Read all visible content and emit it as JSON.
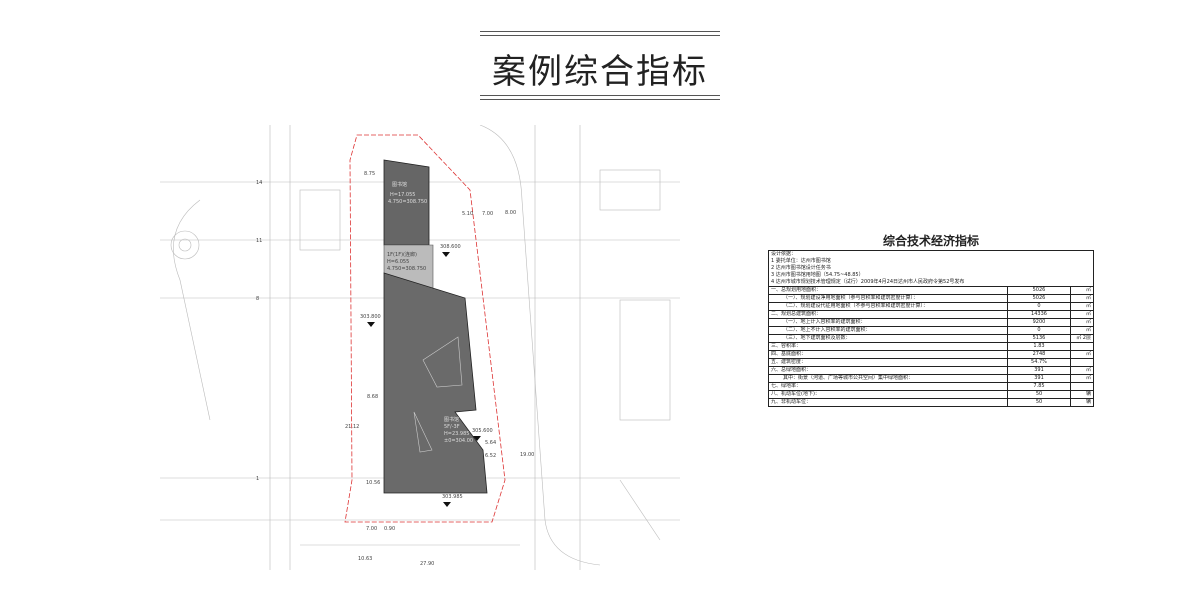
{
  "header": {
    "title": "案例综合指标"
  },
  "plan": {
    "labels": {
      "block_a": "图书馆",
      "block_a_h": "H=17.055",
      "block_a_elev": "4.750=308.750",
      "block_b": "1F(1F)(连廊)",
      "block_b_h": "H=6.055",
      "block_b_elev": "4.750=308.750",
      "block_c": "图书馆",
      "block_c_floors": "5F/-3F",
      "block_c_h": "H=23.985",
      "block_c_elev": "±0=304.00",
      "elev_1": "308.600",
      "elev_2": "303.800",
      "elev_3": "305.600",
      "elev_4": "303.985",
      "dims": [
        "8.75",
        "5.10",
        "7.00",
        "8.00",
        "8.68",
        "21.12",
        "10.56",
        "5.64",
        "6.52",
        "19.00",
        "7.00",
        "0.90",
        "27.90",
        "10.63"
      ],
      "axes": [
        "14",
        "11",
        "8",
        "1"
      ]
    }
  },
  "table": {
    "title": "综合技术经济指标",
    "basis": [
      "设计依据：",
      "1 委托单位：达州市图书馆",
      "2 达州市图书馆设计任务书",
      "3 达州市图书馆用地图（54.75~48.85）",
      "4 达州市城市规划技术管理规定（试行）2009年4月24日达州市人民政府令第52号发布"
    ],
    "rows": [
      {
        "label": "一、总规划用地面积：",
        "value": "5026",
        "unit": "㎡",
        "indent": false
      },
      {
        "label": "（一）、规划建设净用地面积（参与容积率和建筑密度计算）：",
        "value": "5026",
        "unit": "㎡",
        "indent": true
      },
      {
        "label": "（二）、规划建设代征用地面积（不参与容积率和建筑密度计算）：",
        "value": "0",
        "unit": "㎡",
        "indent": true
      },
      {
        "label": "二、规划总建筑面积：",
        "value": "14336",
        "unit": "㎡",
        "indent": false
      },
      {
        "label": "（一）、地上计入容积率的建筑面积：",
        "value": "9200",
        "unit": "㎡",
        "indent": true
      },
      {
        "label": "（二）、地上不计入容积率的建筑面积：",
        "value": "0",
        "unit": "㎡",
        "indent": true
      },
      {
        "label": "（三）、地下建筑面积及层数：",
        "value": "5136",
        "unit": "㎡ 2层",
        "indent": true
      },
      {
        "label": "三、容积率：",
        "value": "1.83",
        "unit": "",
        "indent": false
      },
      {
        "label": "四、基底面积：",
        "value": "2748",
        "unit": "㎡",
        "indent": false
      },
      {
        "label": "五、建筑密度：",
        "value": "54.7%",
        "unit": "",
        "indent": false
      },
      {
        "label": "六、总绿地面积：",
        "value": "391",
        "unit": "㎡",
        "indent": false
      },
      {
        "label": "其中：街景（河道、广场等城市公共空间）集中绿地面积：",
        "value": "391",
        "unit": "㎡",
        "indent": true
      },
      {
        "label": "七、绿地率：",
        "value": "7.85",
        "unit": "",
        "indent": false
      },
      {
        "label": "八、机动车位(地下)：",
        "value": "50",
        "unit": "辆",
        "indent": false
      },
      {
        "label": "九、非机动车位：",
        "value": "50",
        "unit": "辆",
        "indent": false
      }
    ]
  }
}
